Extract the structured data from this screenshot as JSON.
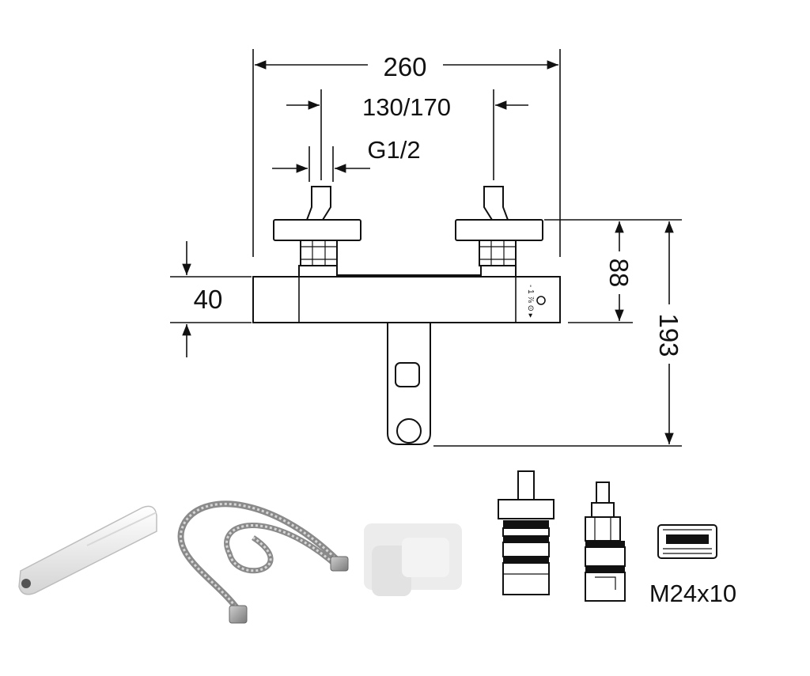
{
  "dimensions": {
    "overall_width": "260",
    "center_distance": "130/170",
    "thread": "G1/2",
    "body_height": "40",
    "depth": "88",
    "total_height": "193",
    "aerator_thread": "M24x10"
  },
  "dial_marks": "- 1 ⅞ ⊙ ▸"
}
